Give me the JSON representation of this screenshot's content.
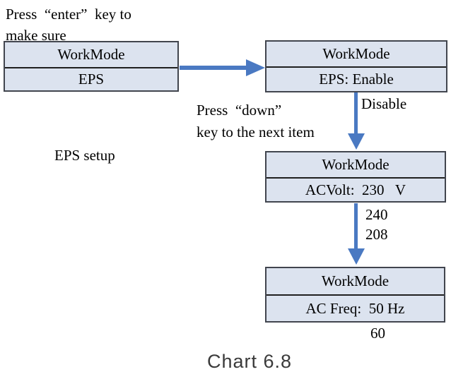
{
  "diagram": {
    "caption": "Chart 6.8",
    "notes": {
      "press_enter_line1": "Press  “enter”  key to",
      "press_enter_line2": "make sure",
      "press_down_line1": "Press  “down”",
      "press_down_line2": "key to the next item",
      "eps_setup": "EPS setup"
    },
    "screens": [
      {
        "id": "eps-menu",
        "title": "WorkMode",
        "value": "EPS"
      },
      {
        "id": "eps-enable",
        "title": "WorkMode",
        "value": "EPS: Enable",
        "alt_values": [
          "Disable"
        ]
      },
      {
        "id": "ac-volt",
        "title": "WorkMode",
        "value": "ACVolt:  230   V",
        "alt_values": [
          "240",
          "208"
        ]
      },
      {
        "id": "ac-freq",
        "title": "WorkMode",
        "value": "AC Freq:  50 Hz",
        "alt_values": [
          "60"
        ]
      }
    ],
    "colors": {
      "arrow": "#4a79c2",
      "box_fill": "#dce3ef",
      "box_border": "#41454e",
      "box_divider": "#1f1f1f",
      "ink": "#000000",
      "caption_ink": "#3a3a3a"
    }
  }
}
